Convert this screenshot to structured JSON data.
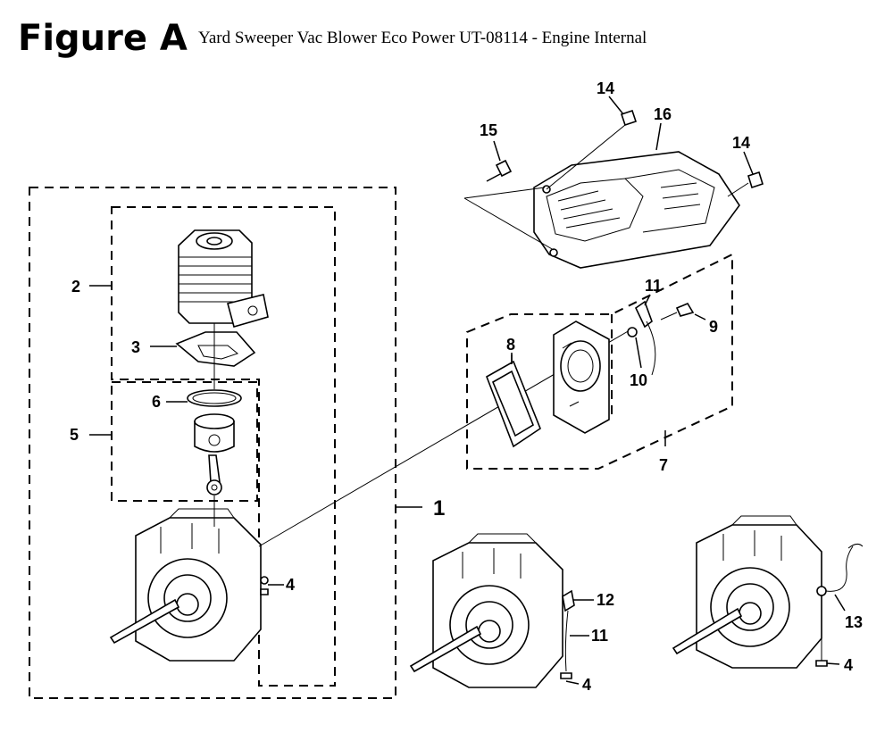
{
  "header": {
    "figure_label": "Figure A",
    "subtitle": "Yard Sweeper Vac Blower Eco Power UT-08114 - Engine Internal"
  },
  "callouts": {
    "c1": "1",
    "c2": "2",
    "c3": "3",
    "c4a": "4",
    "c4b": "4",
    "c4c": "4",
    "c5": "5",
    "c6": "6",
    "c7": "7",
    "c8": "8",
    "c9": "9",
    "c10": "10",
    "c11a": "11",
    "c11b": "11",
    "c12": "12",
    "c13": "13",
    "c14a": "14",
    "c14b": "14",
    "c15": "15",
    "c16": "16"
  },
  "colors": {
    "ink": "#000000",
    "paper": "#ffffff"
  }
}
